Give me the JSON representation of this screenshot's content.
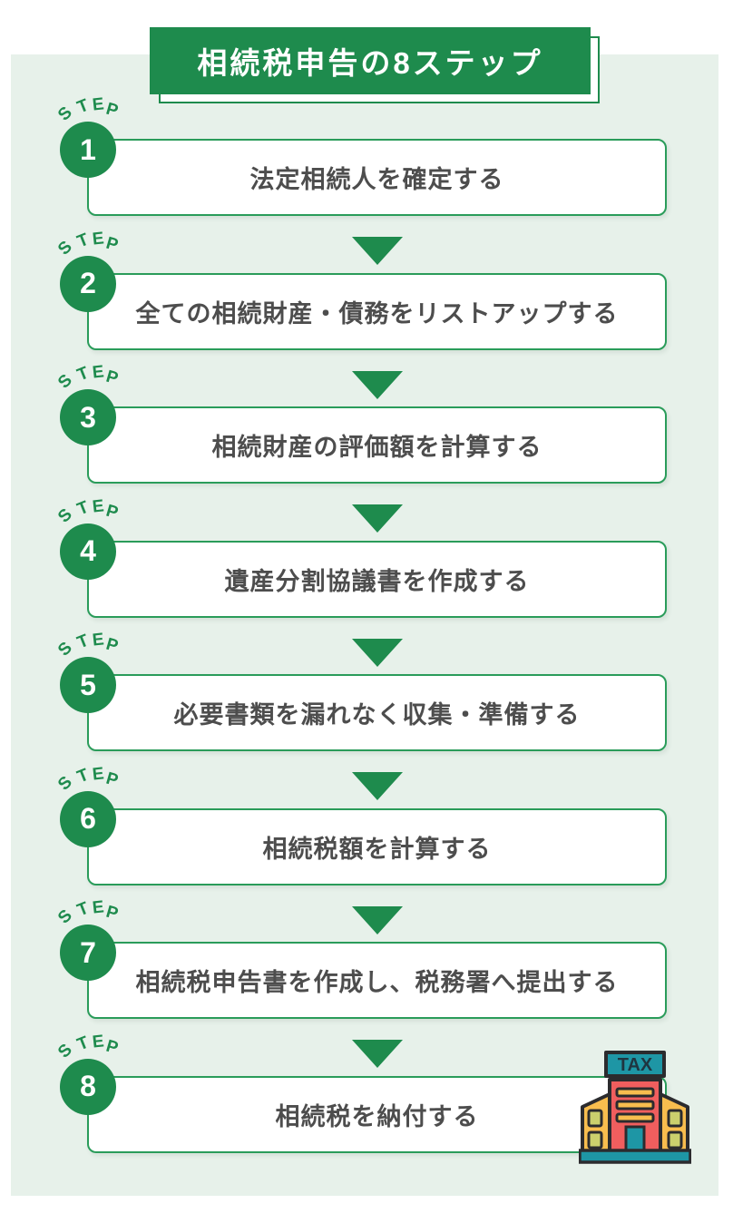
{
  "title": "相続税申告の8ステップ",
  "badge": {
    "word": "STEP",
    "letters": [
      "S",
      "T",
      "E",
      "P"
    ]
  },
  "steps": [
    {
      "number": "1",
      "label": "法定相続人を確定する"
    },
    {
      "number": "2",
      "label": "全ての相続財産・債務をリストアップする"
    },
    {
      "number": "3",
      "label": "相続財産の評価額を計算する"
    },
    {
      "number": "4",
      "label": "遺産分割協議書を作成する"
    },
    {
      "number": "5",
      "label": "必要書類を漏れなく収集・準備する"
    },
    {
      "number": "6",
      "label": "相続税額を計算する"
    },
    {
      "number": "7",
      "label": "相続税申告書を作成し、税務署へ提出する"
    },
    {
      "number": "8",
      "label": "相続税を納付する"
    }
  ],
  "tax_building": {
    "sign_text": "TAX"
  },
  "colors": {
    "primary_green": "#1e8b4d",
    "box_border_green": "#2a9c5a",
    "panel_background": "#e7f1ea",
    "label_text": "#4d4d4d",
    "building_red": "#f05e5e",
    "building_yellow": "#f8bd4e",
    "building_teal": "#1e96a5",
    "building_window_green": "#cbd06d",
    "building_outline": "#2b2b2e"
  }
}
